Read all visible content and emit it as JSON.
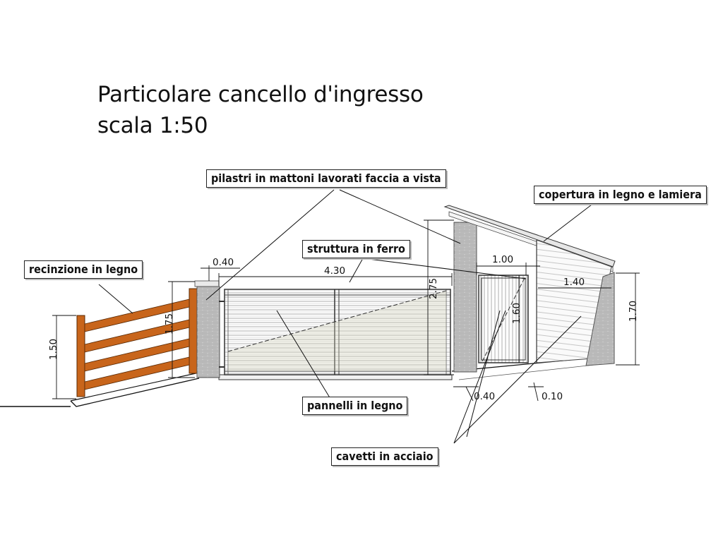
{
  "title": {
    "line1": "Particolare cancello d'ingresso",
    "line2": "scala 1:50"
  },
  "labels": {
    "pillars": "pilastri in mattoni lavorati faccia a vista",
    "roof": "copertura in legno e lamiera",
    "iron": "struttura in ferro",
    "fence": "recinzione in legno",
    "panels": "pannelli in legno",
    "cables": "cavetti in acciaio"
  },
  "dimensions": {
    "pillar_width": "0.40",
    "gate_width": "4.30",
    "gate_height": "2.75",
    "pillar_height": "1.75",
    "fence_height": "1.50",
    "door_width": "1.00",
    "door_height": "1.60",
    "roof_width": "1.40",
    "roof_height": "1.70",
    "step_width": "0.40",
    "gap_width": "0.10"
  },
  "colors": {
    "wood": "#c8651b",
    "brick": "#c9c9c9",
    "line": "#1a1a1a"
  }
}
